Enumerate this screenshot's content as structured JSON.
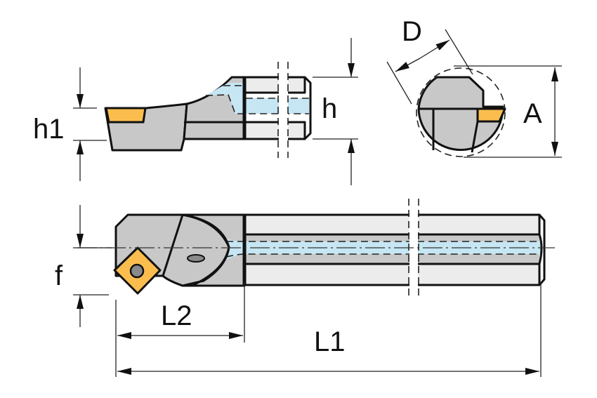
{
  "drawing": {
    "subject": "Boring bar with square insert",
    "colors": {
      "body": "#c8c8c8",
      "body_light": "#ececec",
      "insert": "#fbbe4e",
      "coolant": "#c6e6f3",
      "screw": "#8a8a8a",
      "line": "#111111"
    },
    "dimensions": {
      "h1": "h1",
      "h": "h",
      "D": "D",
      "A": "A",
      "f": "f",
      "L2": "L2",
      "L1": "L1"
    },
    "views": [
      "top-view",
      "side-view",
      "end-view"
    ]
  }
}
